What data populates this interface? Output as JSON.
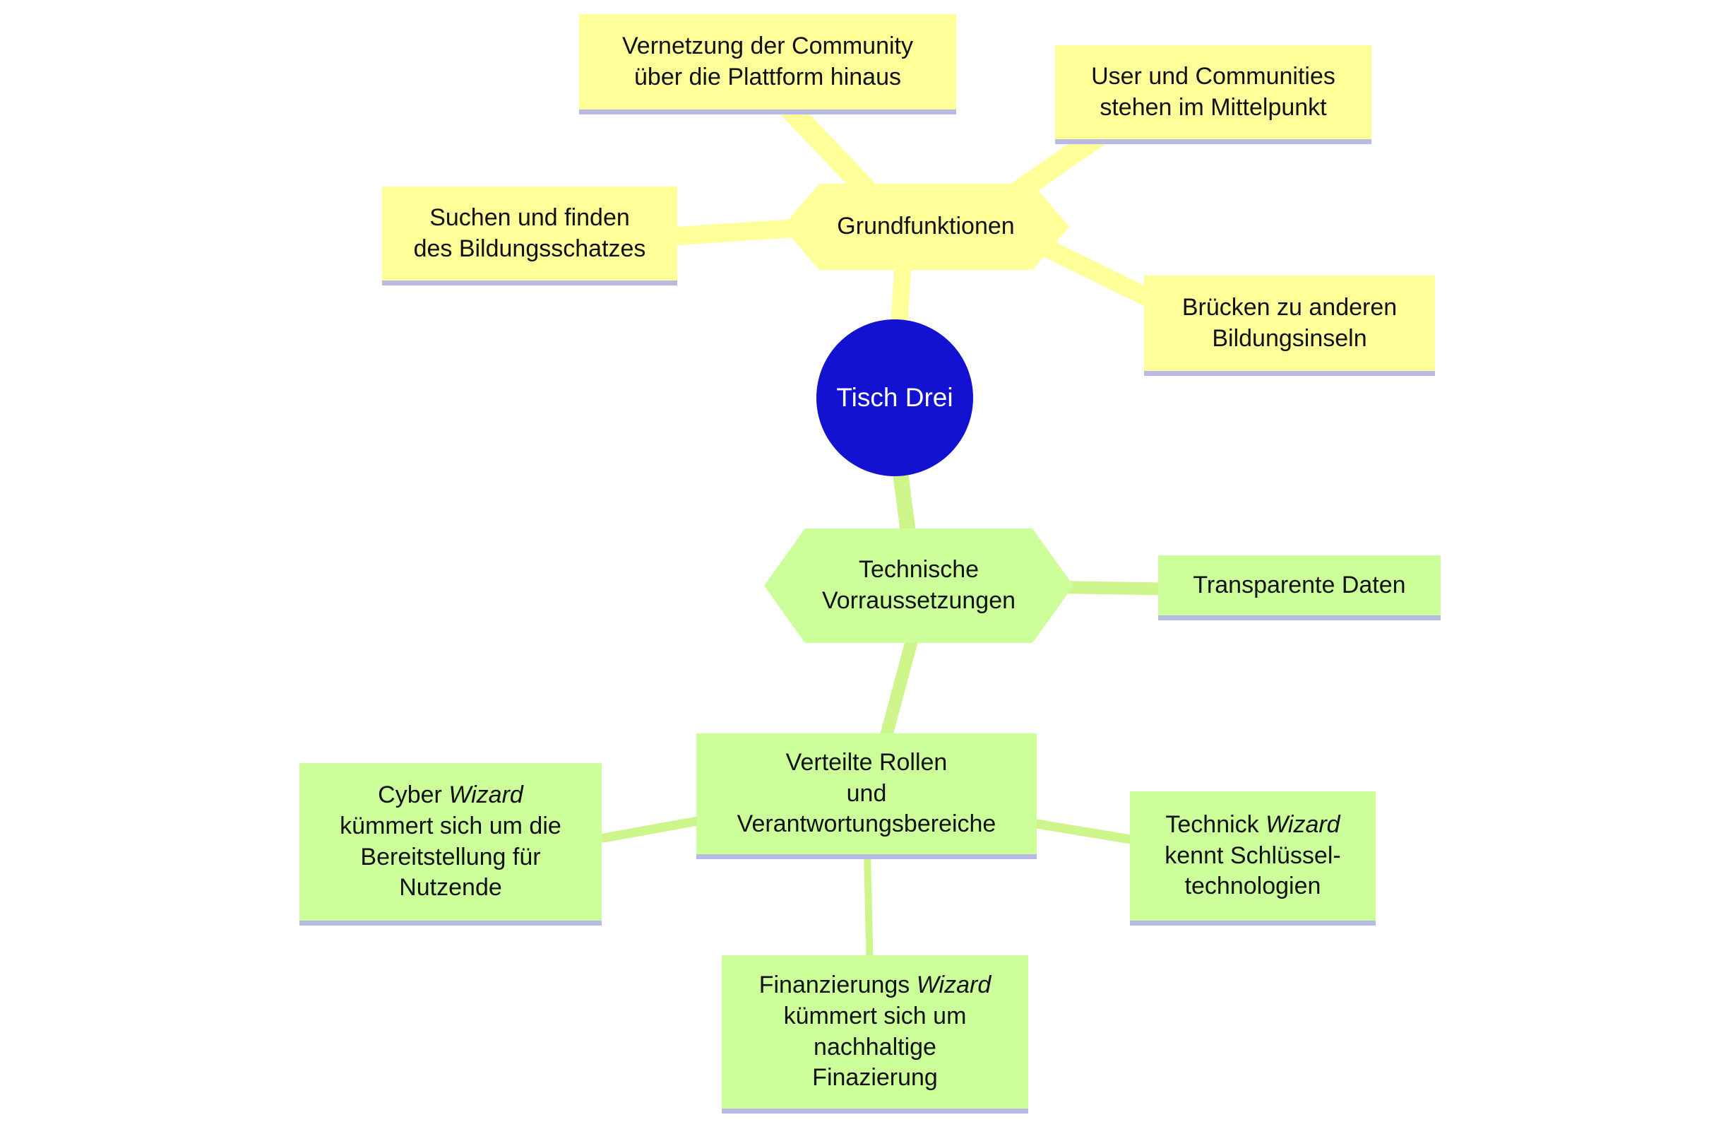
{
  "diagram_title": "Tisch Drei mind map",
  "colors": {
    "yellow": "#ffff99",
    "green": "#ccff99",
    "green-line": "#cdf58b",
    "blue": "#1212d0",
    "underline": "#b9b9e6"
  },
  "center": {
    "label": "Tisch Drei"
  },
  "grundfunktionen": {
    "label": "Grundfunktionen",
    "children": {
      "vernetzung": "Vernetzung der Community\nüber die Plattform hinaus",
      "user_communities": "User und Communities\nstehen im Mittelpunkt",
      "suchen": "Suchen und finden\ndes Bildungsschatzes",
      "bruecken": "Brücken zu anderen\nBildungsinseln"
    }
  },
  "technische": {
    "label": "Technische\nVorraussetzungen",
    "children": {
      "transparente": "Transparente Daten"
    }
  },
  "verteilte": {
    "label": "Verteilte Rollen\nund\nVerantwortungsbereiche",
    "children": {
      "cyber": {
        "pre": "Cyber ",
        "italic": "Wizard",
        "post": "\nkümmert sich um die\nBereitstellung für\nNutzende"
      },
      "technick": {
        "pre": "Technick ",
        "italic": "Wizard",
        "post": "\nkennt Schlüssel-\ntechnologien"
      },
      "finanzierungs": {
        "pre": "Finanzierungs ",
        "italic": "Wizard",
        "post": "\nkümmert sich um\nnachhaltige\nFinazierung"
      }
    }
  }
}
